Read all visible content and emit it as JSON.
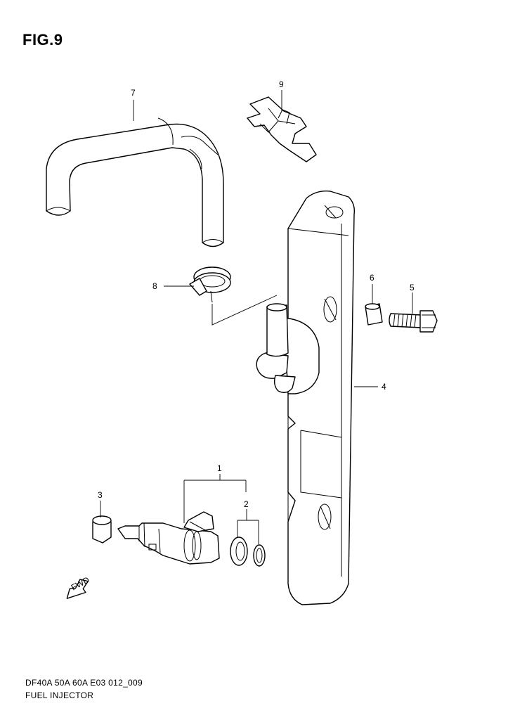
{
  "figure": {
    "title": "FIG.9"
  },
  "footer": {
    "model_code": "DF40A 50A 60A E03 012_009",
    "section_name": "FUEL INJECTOR"
  },
  "callouts": [
    {
      "id": "c1",
      "label": "1",
      "part": "fuel injector assembly"
    },
    {
      "id": "c2",
      "label": "2",
      "part": "o-ring set"
    },
    {
      "id": "c3",
      "label": "3",
      "part": "cushion / cap"
    },
    {
      "id": "c4",
      "label": "4",
      "part": "fuel delivery pipe"
    },
    {
      "id": "c5",
      "label": "5",
      "part": "bolt"
    },
    {
      "id": "c6",
      "label": "6",
      "part": "collar"
    },
    {
      "id": "c7",
      "label": "7",
      "part": "hose"
    },
    {
      "id": "c8",
      "label": "8",
      "part": "hose clamp"
    },
    {
      "id": "c9",
      "label": "9",
      "part": "hose holder clip"
    }
  ],
  "direction_marker": {
    "text": "FWD"
  }
}
